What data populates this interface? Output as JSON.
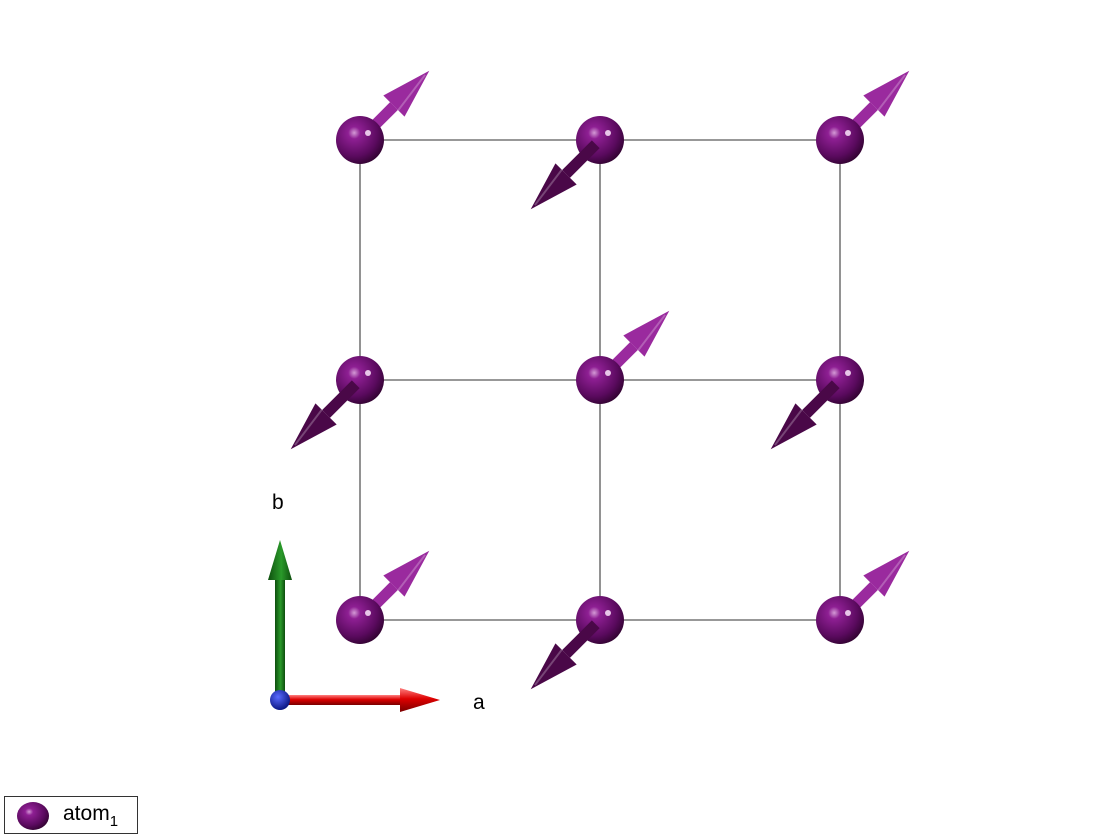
{
  "axes": {
    "a": {
      "label": "a",
      "color": "#cc0000"
    },
    "b": {
      "label": "b",
      "color": "#1a7a1a"
    },
    "c": {
      "color": "#0a14a8"
    }
  },
  "atoms": {
    "color": "#6a0c6e",
    "grid": {
      "columns": 3,
      "rows": 3
    },
    "moments": [
      {
        "col": 0,
        "row": 0,
        "direction": "up-right"
      },
      {
        "col": 1,
        "row": 0,
        "direction": "down-left"
      },
      {
        "col": 2,
        "row": 0,
        "direction": "up-right"
      },
      {
        "col": 0,
        "row": 1,
        "direction": "down-left"
      },
      {
        "col": 1,
        "row": 1,
        "direction": "up-right"
      },
      {
        "col": 2,
        "row": 1,
        "direction": "down-left"
      },
      {
        "col": 0,
        "row": 2,
        "direction": "up-right"
      },
      {
        "col": 1,
        "row": 2,
        "direction": "down-left"
      },
      {
        "col": 2,
        "row": 2,
        "direction": "up-right"
      }
    ]
  },
  "moment_colors": {
    "up": "#9a2a9e",
    "down": "#4a0848"
  },
  "legend": {
    "species": "atom",
    "index": "1"
  }
}
